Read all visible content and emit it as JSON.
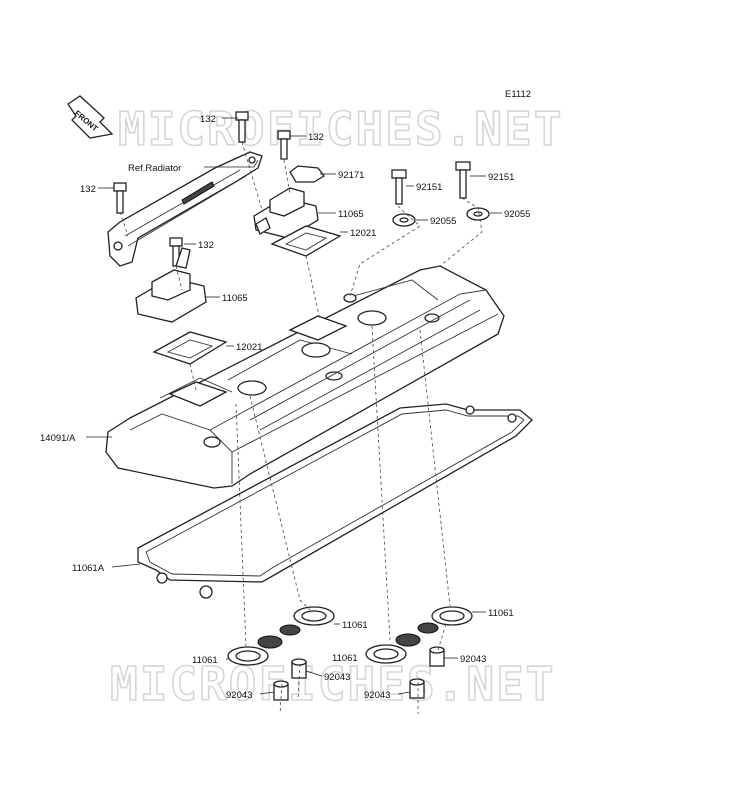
{
  "diagram": {
    "code": "E1112",
    "watermark": "MICROFICHES.NET",
    "front_tag": "FRONT",
    "ref_text": "Ref.Radiator",
    "labels": {
      "l132a": "132",
      "l132b": "132",
      "l132c": "132",
      "l132d": "132",
      "l92171": "92171",
      "l92151a": "92151",
      "l92151b": "92151",
      "l92055a": "92055",
      "l92055b": "92055",
      "l11065a": "11065",
      "l11065b": "11065",
      "l12021a": "12021",
      "l12021b": "12021",
      "l14091": "14091/A",
      "l11061A": "11061A",
      "l11061a": "11061",
      "l11061b": "11061",
      "l11061c": "11061",
      "l11061d": "11061",
      "l92043a": "92043",
      "l92043b": "92043",
      "l92043c": "92043",
      "l92043d": "92043"
    }
  }
}
